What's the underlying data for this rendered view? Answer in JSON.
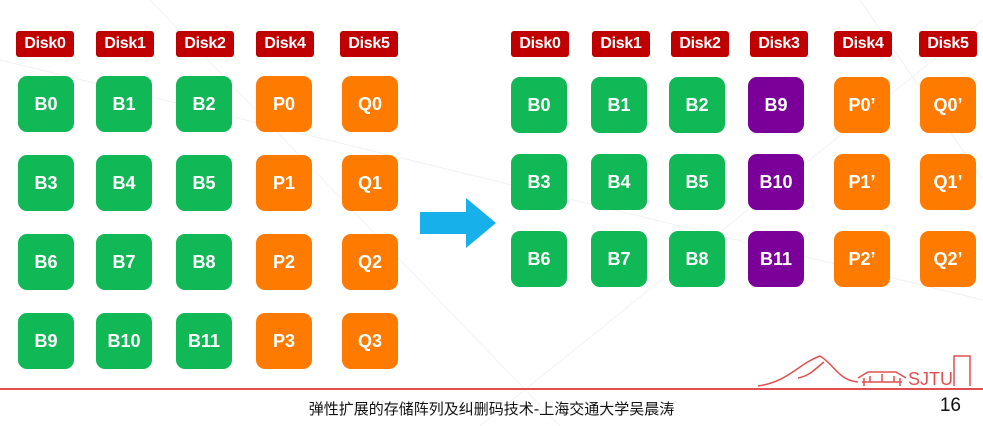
{
  "colors": {
    "data": "#10b955",
    "parity": "#ff7b00",
    "new_data": "#7a0099",
    "disk_label": "#c00000"
  },
  "before": {
    "disks": [
      "Disk0",
      "Disk1",
      "Disk2",
      "Disk4",
      "Disk5"
    ],
    "rows": [
      [
        "B0",
        "B1",
        "B2",
        "P0",
        "Q0"
      ],
      [
        "B3",
        "B4",
        "B5",
        "P1",
        "Q1"
      ],
      [
        "B6",
        "B7",
        "B8",
        "P2",
        "Q2"
      ],
      [
        "B9",
        "B10",
        "B11",
        "P3",
        "Q3"
      ]
    ]
  },
  "after": {
    "disks": [
      "Disk0",
      "Disk1",
      "Disk2",
      "Disk3",
      "Disk4",
      "Disk5"
    ],
    "rows": [
      [
        "B0",
        "B1",
        "B2",
        "B9",
        "P0’",
        "Q0’"
      ],
      [
        "B3",
        "B4",
        "B5",
        "B10",
        "P1’",
        "Q1’"
      ],
      [
        "B6",
        "B7",
        "B8",
        "B11",
        "P2’",
        "Q2’"
      ]
    ]
  },
  "footer": {
    "title": "弹性扩展的存储阵列及纠删码技术-上海交通大学吴晨涛",
    "page_number": "16"
  },
  "logo": {
    "text": "SJTU"
  }
}
